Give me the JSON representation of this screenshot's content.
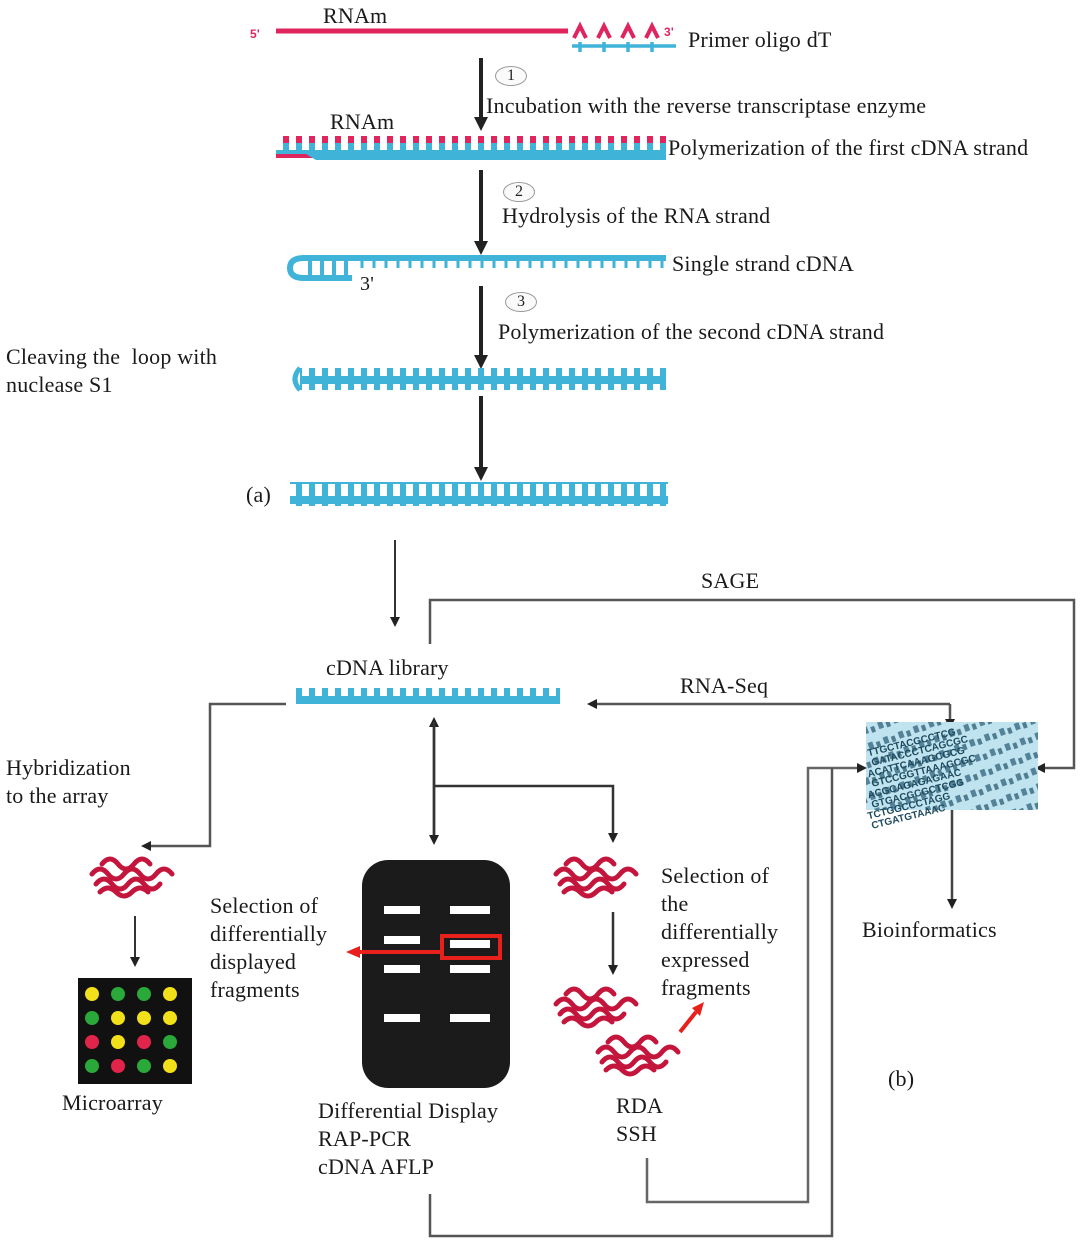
{
  "diagram": {
    "part_a": {
      "panel_label": "(a)",
      "rna_label_top": "RNAm",
      "five_prime": "5'",
      "three_prime": "3'",
      "poly_a": [
        "A",
        "A",
        "A",
        "A"
      ],
      "oligo_t": [
        "T",
        "T",
        "T",
        "T"
      ],
      "primer_label": "Primer oligo dT",
      "steps": [
        {
          "number": "1",
          "text": "Incubation with the reverse transcriptase enzyme"
        },
        {
          "number": "2",
          "text": "Hydrolysis of the RNA strand"
        },
        {
          "number": "3",
          "text": "Polymerization of the second cDNA strand"
        }
      ],
      "rna_label_hybrid": "RNAm",
      "first_strand_label": "Polymerization of the first cDNA strand",
      "single_strand_label": "Single strand cDNA",
      "hairpin_three_prime": "3'",
      "nuclease_label": "Cleaving the  loop with\nnuclease S1"
    },
    "part_b": {
      "panel_label": "(b)",
      "cdna_library_label": "cDNA library",
      "sage_label": "SAGE",
      "rnaseq_label": "RNA-Seq",
      "bioinformatics_label": "Bioinformatics",
      "hybridization_label": "Hybridization\nto the array",
      "microarray_label": "Microarray",
      "microarray_spots": [
        [
          "yellow",
          "green",
          "green",
          "yellow"
        ],
        [
          "green",
          "yellow",
          "yellow",
          "yellow"
        ],
        [
          "red",
          "yellow",
          "red",
          "green"
        ],
        [
          "green",
          "red",
          "green",
          "yellow"
        ]
      ],
      "dd_selection_label": "Selection of\ndifferentially\ndisplayed\nfragments",
      "dd_methods_label": "Differential Display\nRAP-PCR\ncDNA AFLP",
      "rda_selection_label": "Selection of\nthe\ndifferentially\nexpressed\nfragments",
      "rda_methods_label": "RDA\nSSH",
      "sequence_rows": [
        "TTGCTACGCCTCG",
        "GATACCCTCAGCGC",
        "ACATTCAAAGCGCG",
        "GTCCGGTTAAAGCGC",
        "ACGCAGAGAGAAC",
        "GTGACGCGCTCGG",
        "TCTGGCCCTAGG",
        "CTGATGTAAAC"
      ]
    },
    "colors": {
      "rna": "#e0245e",
      "dna": "#3fb3d8",
      "dna_rung": "#ffffff",
      "arrow": "#222222",
      "connector": "#555555",
      "highlight": "#e8201c",
      "gel": "#1b1b1b",
      "spot_yellow": "#f2e01b",
      "spot_green": "#2aa83a",
      "spot_red": "#e0244a",
      "fragment": "#c4163c"
    }
  }
}
